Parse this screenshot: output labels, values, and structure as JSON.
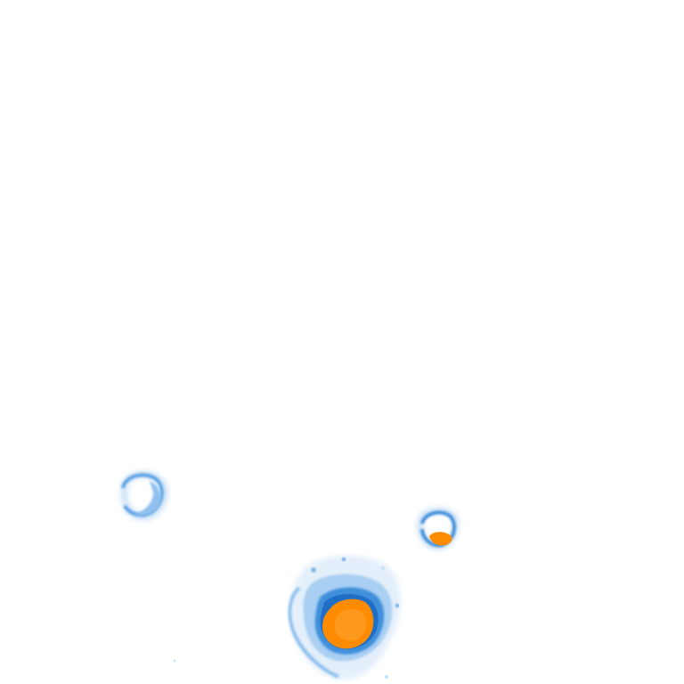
{
  "image": {
    "background_color": "#ffffff",
    "colormap": {
      "faint": "#cfe3f7",
      "light": "#8fc0ee",
      "mid": "#3f8fdb",
      "deep": "#1f6fc6",
      "hot": "#ff8c00",
      "hot_edge": "#ff9e2a"
    },
    "blobs": [
      {
        "name": "small-ring-left",
        "hot": false
      },
      {
        "name": "small-ring-right",
        "hot": true
      },
      {
        "name": "large-cluster-bottom",
        "hot": true
      }
    ]
  }
}
